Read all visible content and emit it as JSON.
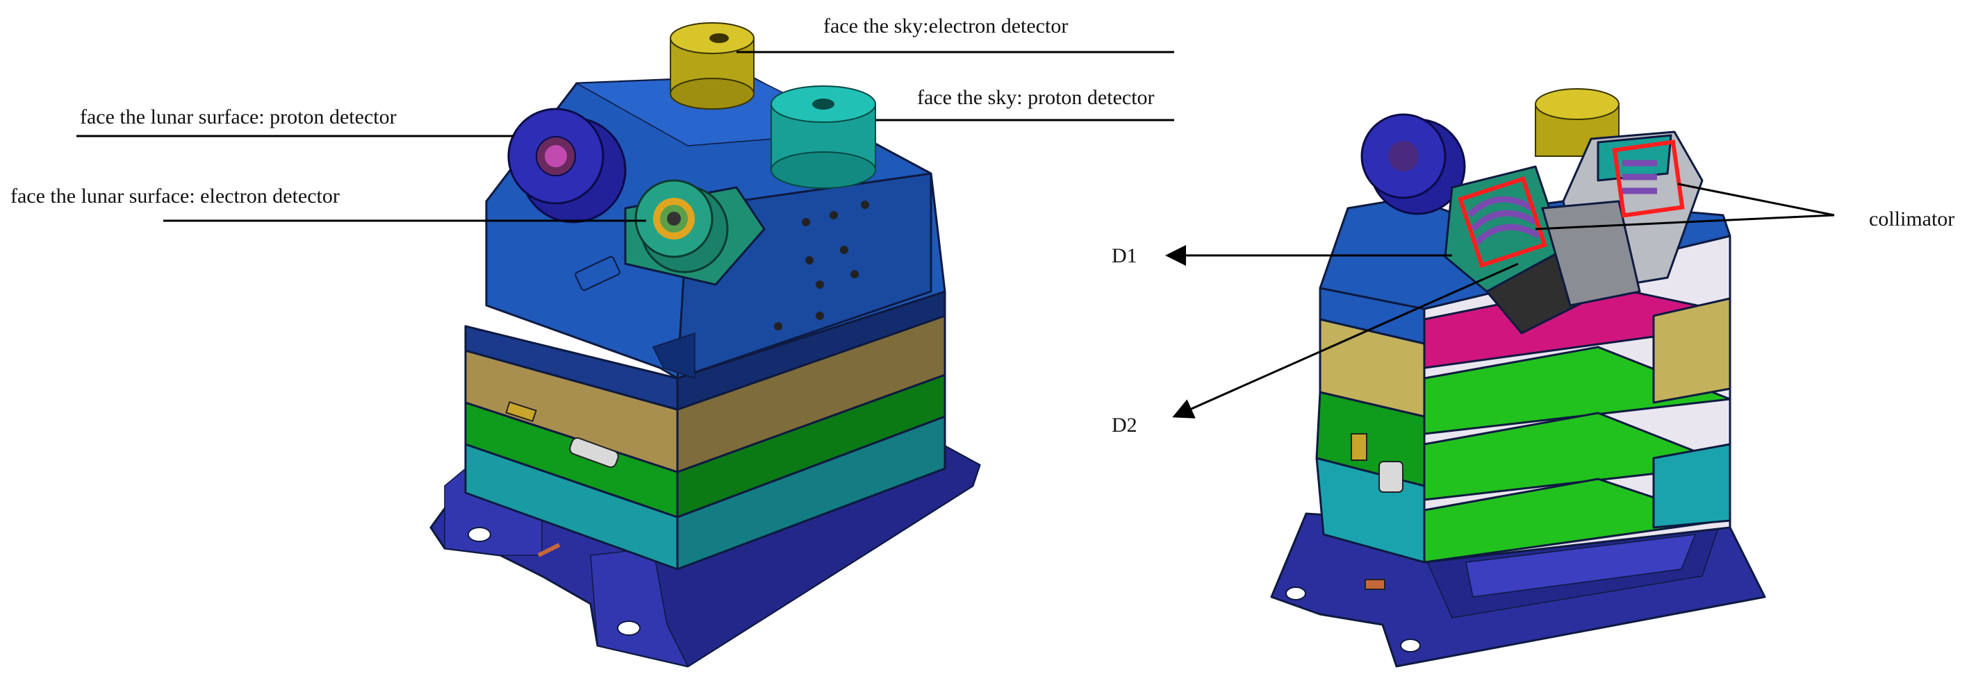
{
  "figure": {
    "left_view": {
      "labels": {
        "sky_electron": "face the sky:electron detector",
        "sky_proton": "face the sky: proton detector",
        "lunar_proton": "face the lunar surface: proton detector",
        "lunar_electron": "face the lunar surface: electron detector"
      }
    },
    "right_view": {
      "labels": {
        "collimator": "collimator",
        "d1": "D1",
        "d2": "D2"
      }
    }
  },
  "colors": {
    "housing_blue": "#1f59b9",
    "housing_dark": "#0f2e74",
    "base_blue": "#2b2f9e",
    "proton_detector_blue": "#2a2aa8",
    "electron_detector_green": "#1f8f73",
    "sky_electron_gold": "#c6b41c",
    "sky_proton_teal": "#1bb0a6",
    "layer_tan": "#a88f4e",
    "layer_green": "#0f9b1c",
    "layer_teal": "#1aa3ad",
    "board_magenta": "#d0157f",
    "board_green": "#22c21e",
    "collimator_highlight": "#ff1e1e"
  }
}
